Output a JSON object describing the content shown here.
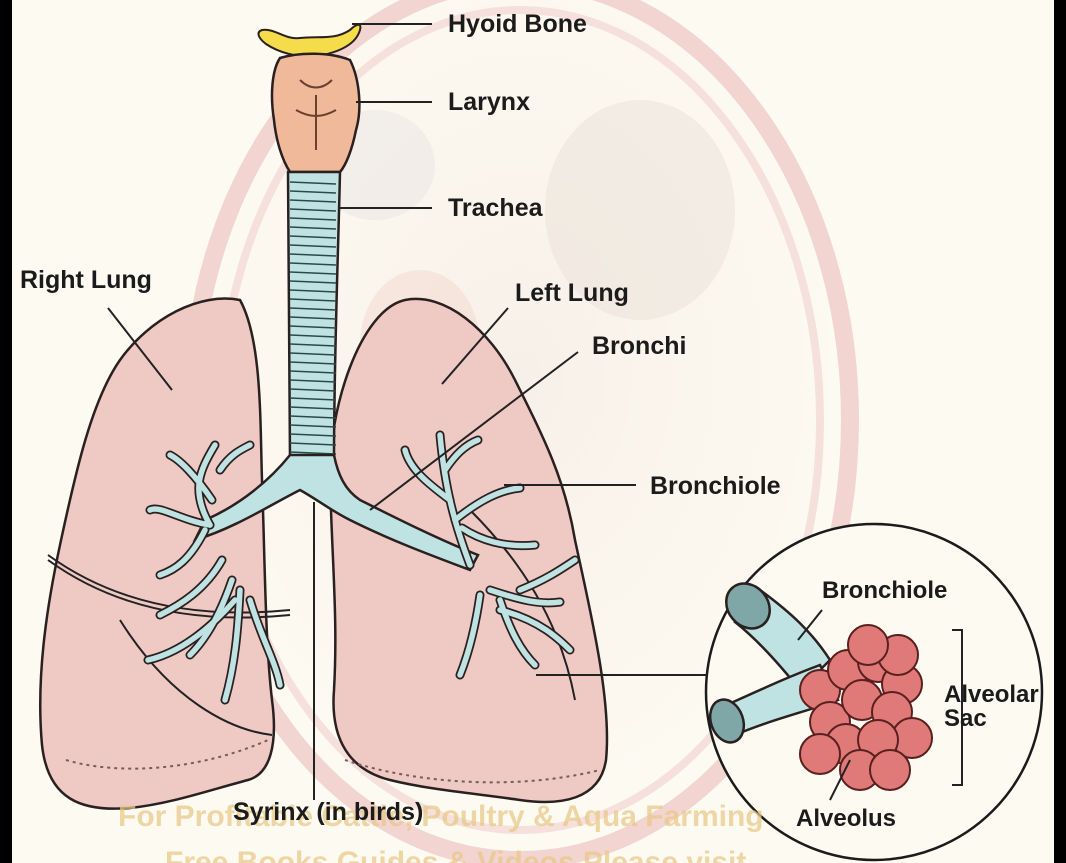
{
  "labels": {
    "hyoid_bone": "Hyoid Bone",
    "larynx": "Larynx",
    "trachea": "Trachea",
    "right_lung": "Right Lung",
    "left_lung": "Left Lung",
    "bronchi": "Bronchi",
    "bronchiole": "Bronchiole",
    "syrinx": "Syrinx (in birds)",
    "inset_bronchiole": "Bronchiole",
    "alveolar_sac_line1": "Alveolar",
    "alveolar_sac_line2": "Sac",
    "alveolus": "Alveolus"
  },
  "watermark": {
    "line1": "For Profitable Cattle, Poultry & Aqua Farming",
    "line2": "Free Books Guides & Videos Please visit"
  },
  "colors": {
    "lung_fill": "#efc9c4",
    "airway_fill": "#bfe3e3",
    "alveoli_fill": "#e07a78",
    "hyoid_fill": "#f5dc4a",
    "larynx_fill": "#f0b99a",
    "background": "#fdfaf2",
    "frame": "#000000"
  }
}
